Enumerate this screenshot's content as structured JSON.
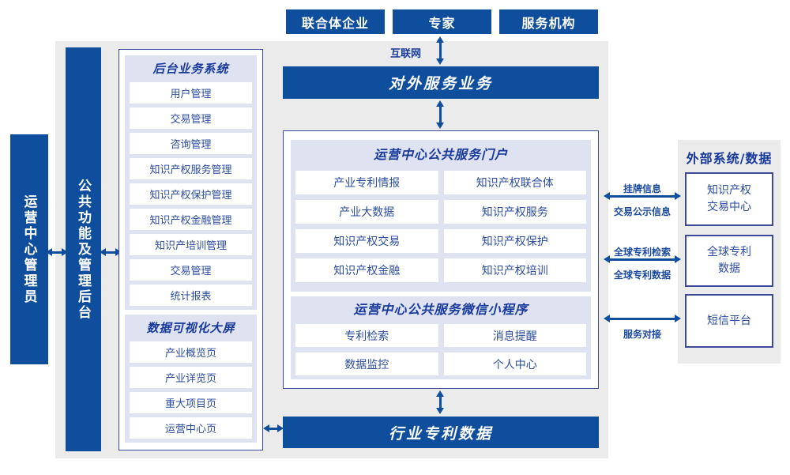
{
  "colors": {
    "primary_blue": "#0F4E9D",
    "panel_gray": "#EBEBEB",
    "group_lavender": "#DFE2F1",
    "box_border_navy": "#3D4A9B",
    "item_text_blue": "#2B4D9E",
    "title_text_blue": "#16399B"
  },
  "top_actors": [
    "联合体企业",
    "专家",
    "服务机构"
  ],
  "internet_label": "互联网",
  "bars": {
    "external_service": "对外服务业务",
    "industry_patent": "行业专利数据"
  },
  "left_bars": [
    "运营中心管理员",
    "公共功能及管理后台"
  ],
  "backend": {
    "title": "后台业务系统",
    "items": [
      "用户管理",
      "交易管理",
      "咨询管理",
      "知识产权服务管理",
      "知识产权保护管理",
      "知识产权金融管理",
      "知识产培训管理",
      "交易管理",
      "统计报表"
    ]
  },
  "dashboard": {
    "title": "数据可视化大屏",
    "items": [
      "产业概览页",
      "产业详览页",
      "重大项目页",
      "运营中心页"
    ]
  },
  "portal": {
    "title": "运营中心公共服务门户",
    "items": [
      "产业专利情报",
      "知识产权联合体",
      "产业大数据",
      "知识产权服务",
      "知识产权交易",
      "知识产权保护",
      "知识产权金融",
      "知识产权培训"
    ]
  },
  "miniprogram": {
    "title": "运营中心公共服务微信小程序",
    "items": [
      "专利检索",
      "消息提醒",
      "数据监控",
      "个人中心"
    ]
  },
  "external": {
    "title": "外部系统/数据",
    "systems": [
      "知识产权\n交易中心",
      "全球专利\n数据",
      "短信平台"
    ]
  },
  "links": [
    {
      "top": "挂牌信息",
      "bottom": "交易公示信息"
    },
    {
      "top": "全球专利检索",
      "bottom": "全球专利数据"
    },
    {
      "top": "",
      "bottom": "服务对接"
    }
  ]
}
